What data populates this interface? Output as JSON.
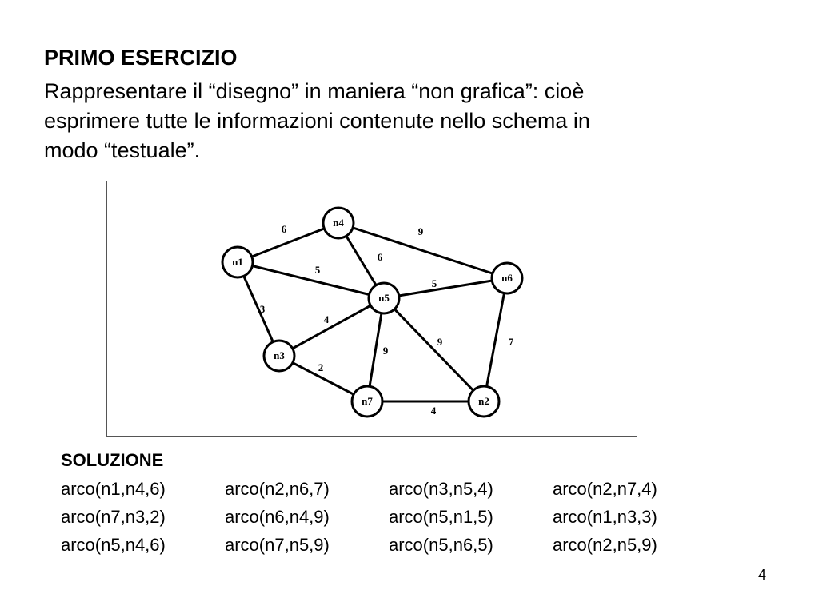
{
  "title": "PRIMO ESERCIZIO",
  "intro_lines": [
    "Rappresentare il “disegno” in maniera “non grafica”: cioè",
    "esprimere tutte le informazioni contenute nello schema in",
    "modo “testuale”."
  ],
  "graph": {
    "nodes": [
      {
        "id": "n1"
      },
      {
        "id": "n2"
      },
      {
        "id": "n3"
      },
      {
        "id": "n4"
      },
      {
        "id": "n5"
      },
      {
        "id": "n6"
      },
      {
        "id": "n7"
      }
    ],
    "edges": [
      {
        "from": "n1",
        "to": "n4",
        "weight": "6"
      },
      {
        "from": "n4",
        "to": "n6",
        "weight": "9"
      },
      {
        "from": "n4",
        "to": "n5",
        "weight": "6"
      },
      {
        "from": "n1",
        "to": "n5",
        "weight": "5"
      },
      {
        "from": "n5",
        "to": "n6",
        "weight": "5"
      },
      {
        "from": "n1",
        "to": "n3",
        "weight": "3"
      },
      {
        "from": "n3",
        "to": "n5",
        "weight": "4"
      },
      {
        "from": "n5",
        "to": "n7",
        "weight": "9"
      },
      {
        "from": "n5",
        "to": "n2",
        "weight": "9"
      },
      {
        "from": "n6",
        "to": "n2",
        "weight": "7"
      },
      {
        "from": "n3",
        "to": "n7",
        "weight": "2"
      },
      {
        "from": "n7",
        "to": "n2",
        "weight": "4"
      }
    ]
  },
  "solution": {
    "title": "SOLUZIONE",
    "rows": [
      [
        "arco(n1,n4,6)",
        "arco(n2,n6,7)",
        "arco(n3,n5,4)",
        "arco(n2,n7,4)"
      ],
      [
        "arco(n7,n3,2)",
        "arco(n6,n4,9)",
        "arco(n5,n1,5)",
        "arco(n1,n3,3)"
      ],
      [
        "arco(n5,n4,6)",
        "arco(n7,n5,9)",
        "arco(n5,n6,5)",
        "arco(n2,n5,9)"
      ]
    ]
  },
  "page_number": "4"
}
